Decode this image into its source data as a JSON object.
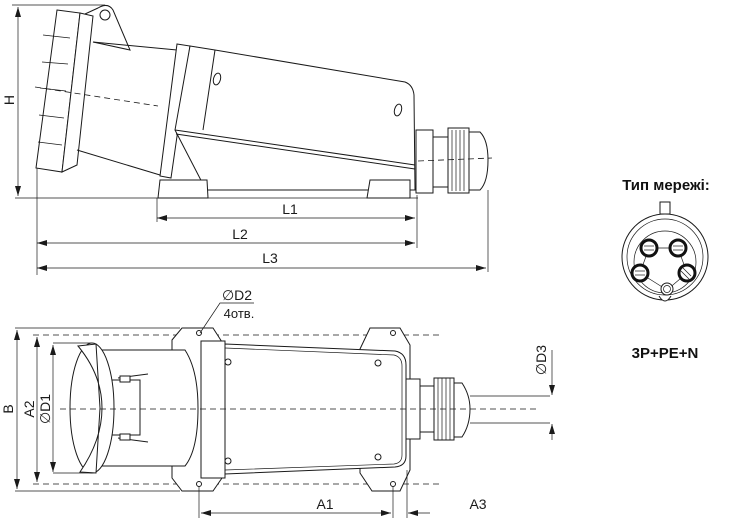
{
  "side_view": {
    "dimensions": {
      "height": "H",
      "l1": "L1",
      "l2": "L2",
      "l3": "L3"
    }
  },
  "plan_view": {
    "dimensions": {
      "b": "B",
      "a2": "A2",
      "d1": "∅D1",
      "d3": "∅D3",
      "a1": "A1",
      "a3": "A3"
    },
    "mounting_hole": {
      "diameter": "∅D2",
      "count": "4отв."
    }
  },
  "network": {
    "title": "Тип мережі:",
    "type": "3P+PE+N"
  }
}
